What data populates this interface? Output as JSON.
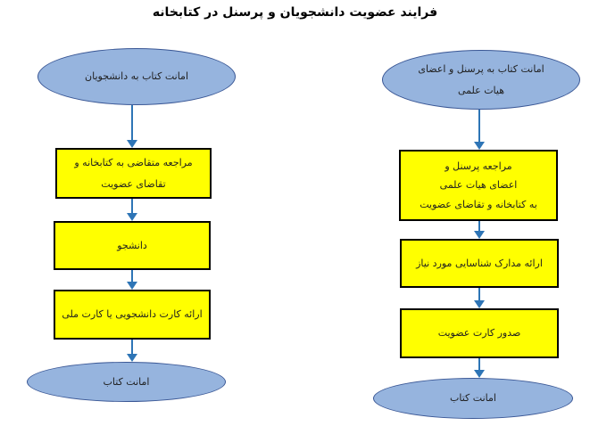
{
  "title": "فرایند عضویت دانشجویان و پرسنل در کتابخانه",
  "colors": {
    "ellipse_fill": "#96b4de",
    "ellipse_border": "#3a5795",
    "rect_fill": "#ffff00",
    "rect_border": "#000000",
    "arrow": "#2e75b6",
    "text": "#1f1f1f"
  },
  "flows": {
    "students": {
      "start": {
        "lines": [
          "امانت کتاب به دانشجویان"
        ]
      },
      "step1": {
        "lines": [
          "مراجعه متقاضی به کتابخانه و",
          "تقاضای عضویت"
        ]
      },
      "step2": {
        "lines": [
          "دانشجو"
        ]
      },
      "step3": {
        "lines": [
          "ارائه کارت دانشجویی یا کارت ملی"
        ]
      },
      "end": {
        "lines": [
          "امانت کتاب"
        ]
      }
    },
    "staff": {
      "start": {
        "lines": [
          "امانت کتاب به پرسنل و اعضای",
          "هیات علمی"
        ]
      },
      "step1": {
        "lines": [
          "مراجعه پرسنل و",
          "اعضای هیات علمی",
          "به کتابخانه و تقاضای عضویت"
        ]
      },
      "step2": {
        "lines": [
          "ارائه مدارک شناسایی مورد نیاز"
        ]
      },
      "step3": {
        "lines": [
          "صدور کارت عضویت"
        ]
      },
      "end": {
        "lines": [
          "امانت کتاب"
        ]
      }
    }
  }
}
